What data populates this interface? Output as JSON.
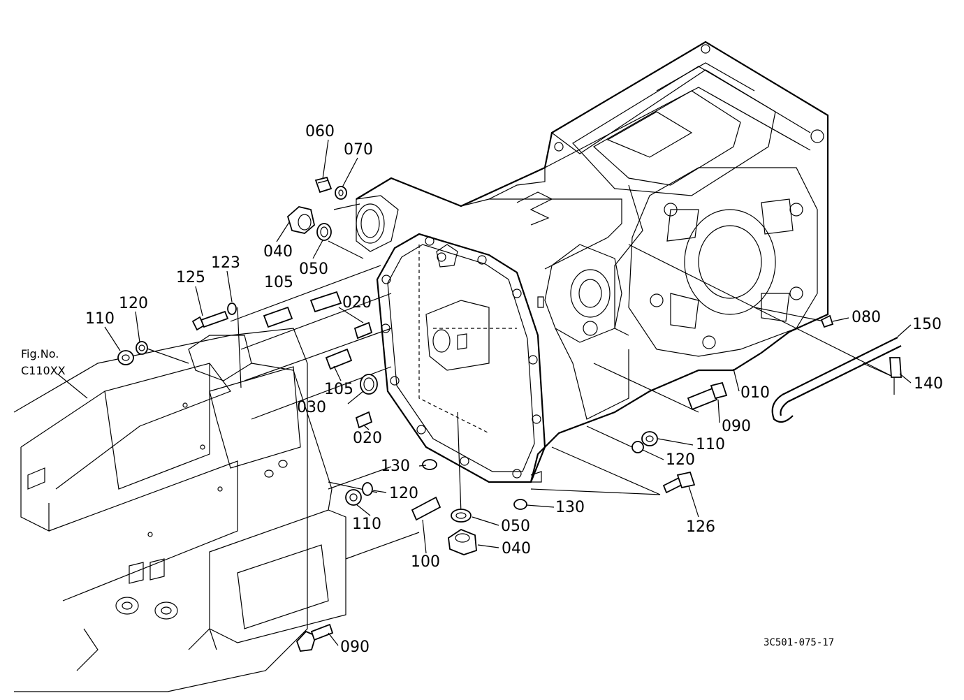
{
  "figure_ref": {
    "line1": "Fig.No.",
    "line2": "C110XX"
  },
  "drawing_number": "3C501-075-17",
  "callouts": {
    "p010": "010",
    "p020a": "020",
    "p020b": "020",
    "p030": "030",
    "p040a": "040",
    "p040b": "040",
    "p050a": "050",
    "p050b": "050",
    "p060": "060",
    "p070": "070",
    "p080": "080",
    "p090a": "090",
    "p090b": "090",
    "p100": "100",
    "p105a": "105",
    "p105b": "105",
    "p110a": "110",
    "p110b": "110",
    "p110c": "110",
    "p120a": "120",
    "p120b": "120",
    "p120c": "120",
    "p123": "123",
    "p125": "125",
    "p126": "126",
    "p130a": "130",
    "p130b": "130",
    "p140": "140",
    "p150": "150"
  }
}
